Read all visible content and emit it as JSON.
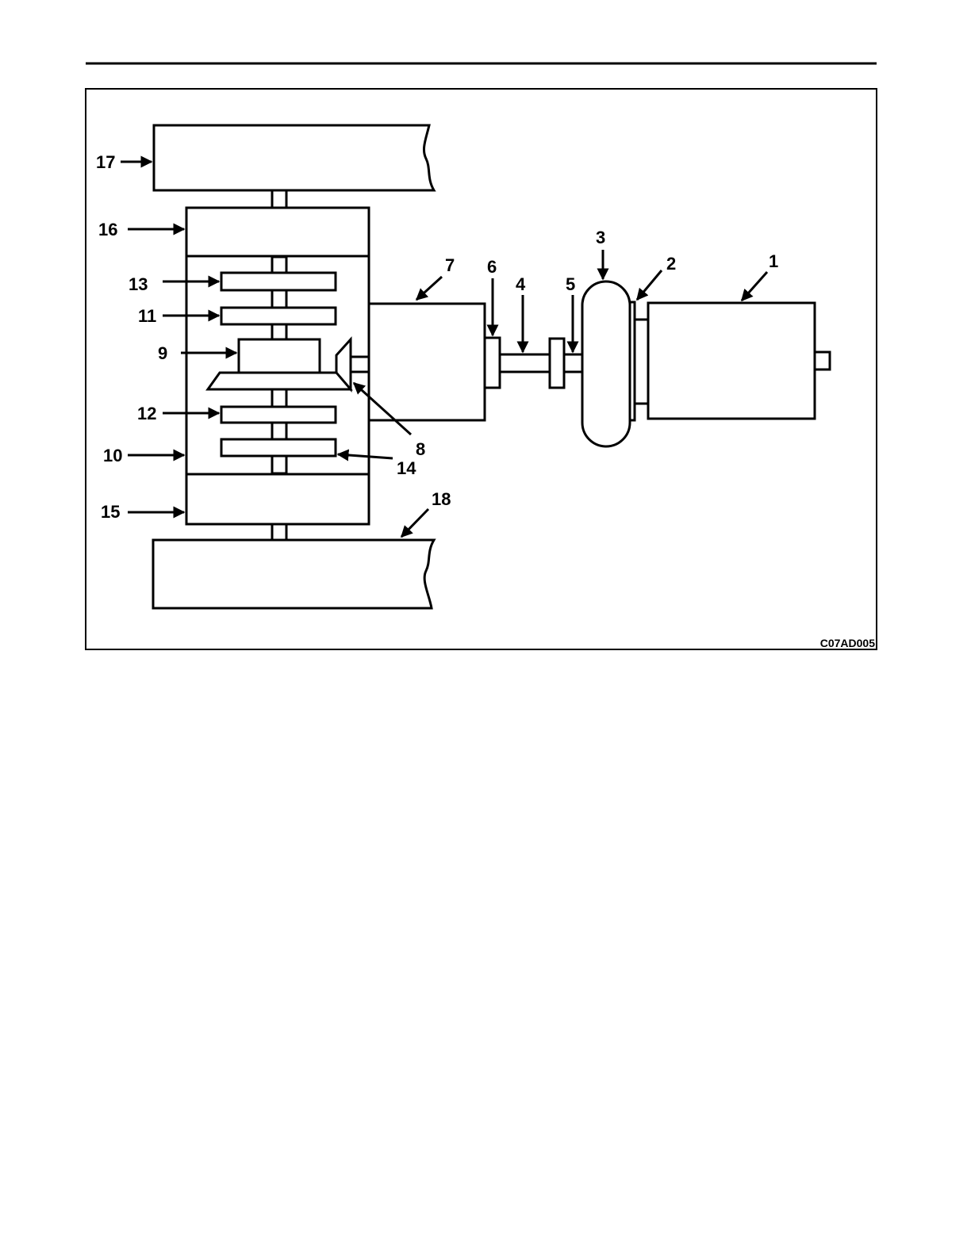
{
  "figure": {
    "code": "C07AD005",
    "callouts": {
      "c1": "1",
      "c2": "2",
      "c3": "3",
      "c4": "4",
      "c5": "5",
      "c6": "6",
      "c7": "7",
      "c8": "8",
      "c9": "9",
      "c10": "10",
      "c11": "11",
      "c12": "12",
      "c13": "13",
      "c14": "14",
      "c15": "15",
      "c16": "16",
      "c17": "17",
      "c18": "18"
    }
  }
}
